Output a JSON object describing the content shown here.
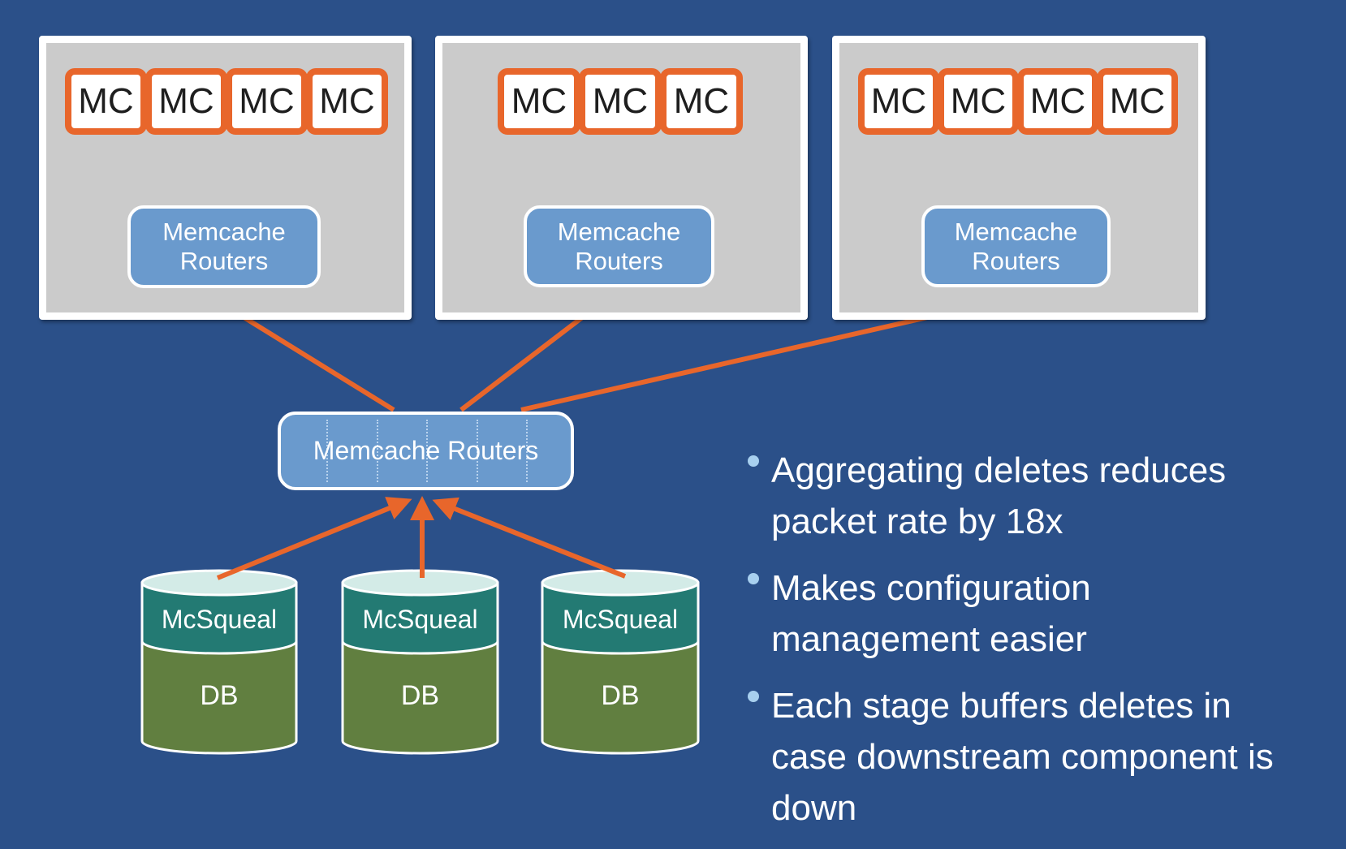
{
  "colors": {
    "background": "#2b5089",
    "server_box_fill": "#cbcbcb",
    "server_box_border": "#ffffff",
    "mc_border": "#e8662b",
    "arrow": "#e8662b",
    "router_fill": "#6a9acd",
    "db_top": "#d3ebe7",
    "mcsqueal_band": "#237a73",
    "db_body": "#617f40",
    "bullet_dot": "#a8d0ef",
    "text_light": "#ffffff",
    "text_dark": "#1e1e1e"
  },
  "clusters": [
    {
      "mc_nodes": [
        "MC",
        "MC",
        "MC",
        "MC"
      ],
      "router": {
        "line1": "Memcache",
        "line2": "Routers"
      }
    },
    {
      "mc_nodes": [
        "MC",
        "MC",
        "MC"
      ],
      "router": {
        "line1": "Memcache",
        "line2": "Routers"
      }
    },
    {
      "mc_nodes": [
        "MC",
        "MC",
        "MC",
        "MC"
      ],
      "router": {
        "line1": "Memcache",
        "line2": "Routers"
      }
    }
  ],
  "central_router": {
    "label": "Memcache Routers",
    "segments": 6
  },
  "databases": [
    {
      "band_label": "McSqueal",
      "body_label": "DB"
    },
    {
      "band_label": "McSqueal",
      "body_label": "DB"
    },
    {
      "band_label": "McSqueal",
      "body_label": "DB"
    }
  ],
  "bullets": [
    {
      "lines": [
        "Aggregating deletes reduces",
        "packet rate by 18x"
      ]
    },
    {
      "lines": [
        "Makes configuration",
        "management easier"
      ]
    },
    {
      "lines": [
        "Each stage buffers deletes in",
        "case downstream component is",
        "down"
      ]
    }
  ]
}
